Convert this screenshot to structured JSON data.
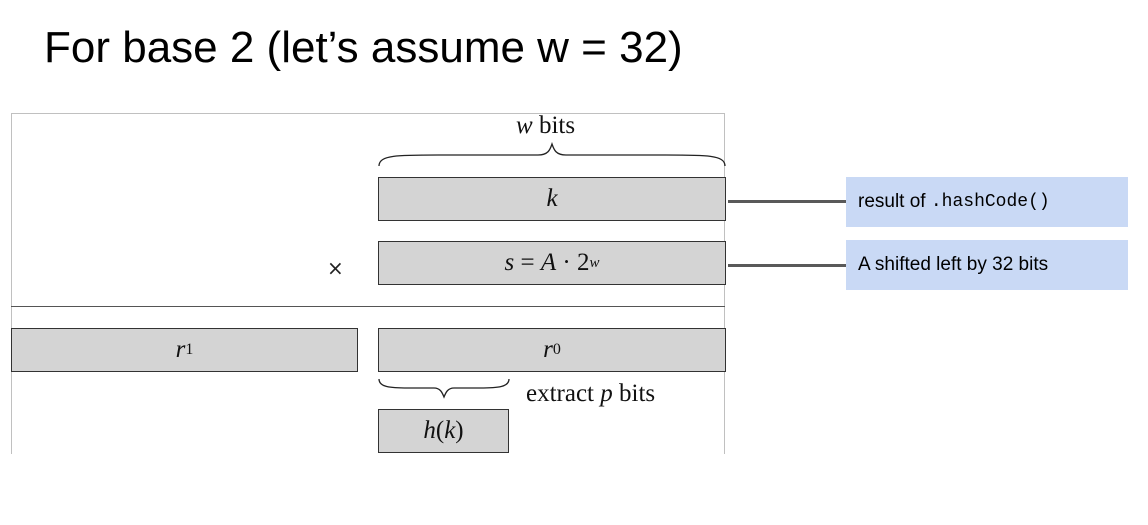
{
  "slide": {
    "title": "For base 2 (let’s assume w = 32)"
  },
  "diagram": {
    "top_brace": {
      "var": "w",
      "text": " bits"
    },
    "registers": {
      "k": {
        "label": "k"
      },
      "s": {
        "lhs": "s",
        "eq": " = ",
        "A": "A",
        "dot": " · ",
        "base": "2",
        "exp": "w"
      },
      "r1": {
        "var": "r",
        "sub": "1"
      },
      "r0": {
        "var": "r",
        "sub": "0"
      },
      "hk": {
        "fn": "h",
        "open": "(",
        "arg": "k",
        "close": ")"
      }
    },
    "times_sign": "×",
    "extract_brace": {
      "prefix": "extract ",
      "var": "p",
      "suffix": " bits"
    }
  },
  "callouts": {
    "k_callout": {
      "prefix": "result of ",
      "code": ".hashCode()"
    },
    "s_callout": {
      "text": "A shifted left by 32 bits"
    }
  },
  "colors": {
    "register_fill": "#d4d4d4",
    "callout_fill": "#c9d9f5",
    "connector": "#595959"
  }
}
